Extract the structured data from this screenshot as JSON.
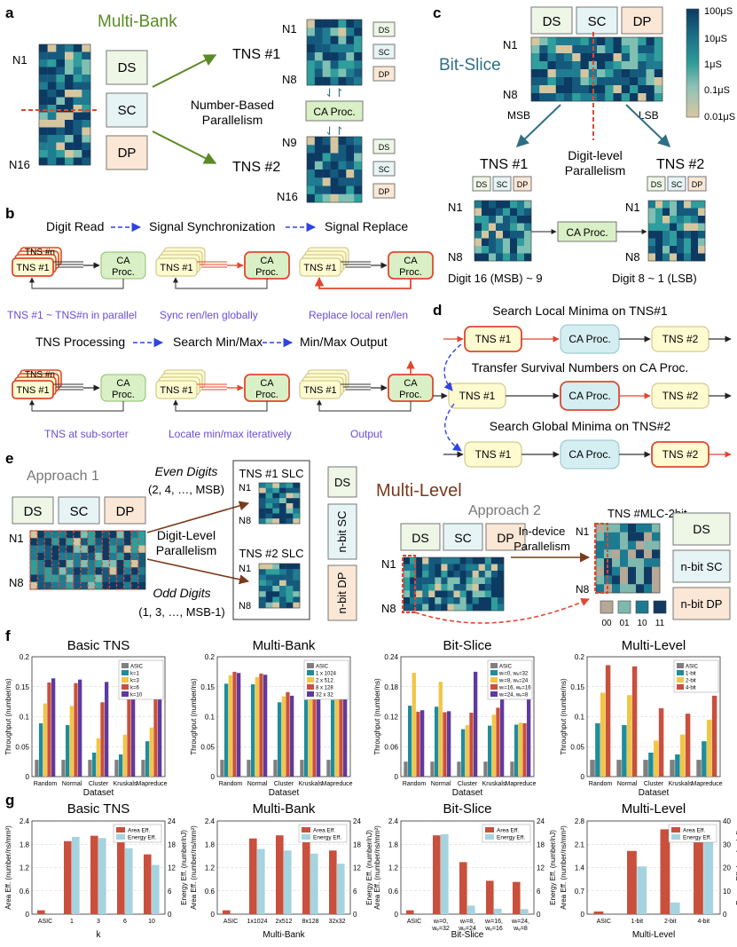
{
  "panels": {
    "a": {
      "label": "a",
      "title": "Multi-Bank",
      "n1": "N1",
      "n16": "N16",
      "n8": "N8",
      "n9": "N9",
      "tns1": "TNS #1",
      "tns2": "TNS #2",
      "parallelism": [
        "Number-Based",
        "Parallelism"
      ],
      "ca": "CA Proc.",
      "ds": "DS",
      "sc": "SC",
      "dp": "DP"
    },
    "b": {
      "label": "b",
      "row1_steps": [
        "Digit Read",
        "Signal Synchronization",
        "Signal Replace"
      ],
      "row1_captions": [
        "TNS #1 ~ TNS#n in parallel",
        "Sync ren/len globally",
        "Replace local ren/len"
      ],
      "row2_steps": [
        "TNS Processing",
        "Search Min/Max",
        "Min/Max Output"
      ],
      "row2_captions": [
        "TNS at sub-sorter",
        "Locate min/max iteratively",
        "Output"
      ],
      "tns1": "TNS #1",
      "tnsn": "TNS #n",
      "ca": [
        "CA",
        "Proc."
      ]
    },
    "c": {
      "label": "c",
      "title": "Bit-Slice",
      "ds": "DS",
      "sc": "SC",
      "dp": "DP",
      "n1": "N1",
      "n8": "N8",
      "msb": "MSB",
      "lsb": "LSB",
      "parallelism": [
        "Digit-level",
        "Parallelism"
      ],
      "tns1": "TNS #1",
      "tns2": "TNS #2",
      "ca": "CA Proc.",
      "digits_left": "Digit 16 (MSB) ~ 9",
      "digits_right": "Digit 8 ~ 1 (LSB)",
      "colorbar": [
        "100μS",
        "10μS",
        "1μS",
        "0.1μS",
        "0.01μS"
      ]
    },
    "d": {
      "label": "d",
      "rows": [
        {
          "caption": "Search Local Minima on TNS#1"
        },
        {
          "caption": "Transfer Survival Numbers on CA Proc."
        },
        {
          "caption": "Search Global Minima on TNS#2"
        }
      ],
      "tns1": "TNS #1",
      "ca": "CA Proc.",
      "tns2": "TNS #2"
    },
    "e": {
      "label": "e",
      "approach1": "Approach 1",
      "approach2": "Approach 2",
      "multilevel": "Multi-Level",
      "ds": "DS",
      "sc": "SC",
      "dp": "DP",
      "n1": "N1",
      "n8": "N8",
      "even": [
        "Even Digits",
        "(2, 4, …, MSB)"
      ],
      "odd": [
        "Odd Digits",
        "(1, 3, …, MSB-1)"
      ],
      "digit_level": [
        "Digit-Level",
        "Parallelism"
      ],
      "tns1slc": "TNS #1 SLC",
      "tns2slc": "TNS #2 SLC",
      "nbit_sc": "n-bit SC",
      "nbit_dp": "n-bit DP",
      "in_device": [
        "In-device",
        "Parallelism"
      ],
      "mlc": "TNS #MLC-2bit",
      "levels": [
        "00",
        "01",
        "10",
        "11"
      ]
    },
    "f": {
      "label": "f"
    },
    "g": {
      "label": "g"
    }
  },
  "colors": {
    "green": "#5a8a23",
    "teal_title": "#2e6f86",
    "brown_title": "#7a3a1c",
    "purple_text": "#6b4bd6",
    "red": "#e0472f",
    "ds_fill": "#eef6e6",
    "sc_fill": "#e6f4f6",
    "dp_fill": "#fbe7d6",
    "tns_fill": "#fffbd1",
    "ca_fill": "#d9f0c6",
    "ca_d_fill": "#d5eef1",
    "dir_blue": "#2d44e0"
  },
  "chart_data": [
    {
      "type": "bar",
      "title": "Basic TNS",
      "xlabel": "Dataset",
      "ylabel": "Throughput (number/ns)",
      "categories": [
        "Random",
        "Normal",
        "Cluster",
        "Kruskals",
        "Mapreduce"
      ],
      "ylim": [
        0,
        0.2
      ],
      "yticks": [
        0,
        0.05,
        0.1,
        0.15,
        0.2
      ],
      "series": [
        {
          "name": "ASIC",
          "color": "#7f7f7f",
          "values": [
            0.028,
            0.028,
            0.028,
            0.028,
            0.028
          ]
        },
        {
          "name": "k=1",
          "color": "#1f8d9b",
          "values": [
            0.089,
            0.086,
            0.04,
            0.037,
            0.059
          ]
        },
        {
          "name": "k=3",
          "color": "#f2c645",
          "values": [
            0.122,
            0.118,
            0.064,
            0.07,
            0.082
          ]
        },
        {
          "name": "k=6",
          "color": "#c9503d",
          "values": [
            0.157,
            0.156,
            0.124,
            0.129,
            0.132
          ]
        },
        {
          "name": "k=10",
          "color": "#5d3aa0",
          "values": [
            0.164,
            0.162,
            0.158,
            0.17,
            0.141
          ]
        }
      ]
    },
    {
      "type": "bar",
      "title": "Multi-Bank",
      "xlabel": "Dataset",
      "ylabel": "Throughput (number/ns)",
      "categories": [
        "Random",
        "Normal",
        "Cluster",
        "Kruskals",
        "Mapreduce"
      ],
      "ylim": [
        0,
        0.2
      ],
      "yticks": [
        0,
        0.05,
        0.1,
        0.15,
        0.2
      ],
      "series": [
        {
          "name": "ASIC",
          "color": "#7f7f7f",
          "values": [
            0.028,
            0.028,
            0.028,
            0.028,
            0.028
          ]
        },
        {
          "name": "1 x 1024",
          "color": "#1f8d9b",
          "values": [
            0.155,
            0.154,
            0.124,
            0.128,
            0.128
          ]
        },
        {
          "name": "2 x 512",
          "color": "#f2c645",
          "values": [
            0.169,
            0.166,
            0.134,
            0.139,
            0.138
          ]
        },
        {
          "name": "8 x 128",
          "color": "#c9503d",
          "values": [
            0.175,
            0.172,
            0.141,
            0.146,
            0.144
          ]
        },
        {
          "name": "32 x 32",
          "color": "#5d3aa0",
          "values": [
            0.173,
            0.17,
            0.135,
            0.142,
            0.139
          ]
        }
      ]
    },
    {
      "type": "bar",
      "title": "Bit-Slice",
      "xlabel": "Dataset",
      "ylabel": "Throughput (number/ns)",
      "categories": [
        "Random",
        "Normal",
        "Cluster",
        "Kruskals",
        "Mapreduce"
      ],
      "ylim": [
        0,
        0.24
      ],
      "yticks": [
        0,
        0.06,
        0.12,
        0.18,
        0.24
      ],
      "series": [
        {
          "name": "ASIC",
          "color": "#7f7f7f",
          "values": [
            0.03,
            0.03,
            0.03,
            0.03,
            0.03
          ]
        },
        {
          "name": "wₗ=0, wₑ=32",
          "color": "#1f8d9b",
          "values": [
            0.142,
            0.14,
            0.095,
            0.102,
            0.104
          ]
        },
        {
          "name": "wₗ=8, wₑ=24",
          "color": "#f2c645",
          "values": [
            0.208,
            0.19,
            0.103,
            0.124,
            0.108
          ]
        },
        {
          "name": "wₗ=16, wₑ=16",
          "color": "#c9503d",
          "values": [
            0.13,
            0.129,
            0.128,
            0.138,
            0.107
          ]
        },
        {
          "name": "wₗ=24, wₑ=8",
          "color": "#5d3aa0",
          "values": [
            0.133,
            0.131,
            0.21,
            0.198,
            0.168
          ]
        }
      ]
    },
    {
      "type": "bar",
      "title": "Multi-Level",
      "xlabel": "Dataset",
      "ylabel": "Throughput (number/ns)",
      "categories": [
        "Random",
        "Normal",
        "Cluster",
        "Kruskals",
        "Mapreduce"
      ],
      "ylim": [
        0,
        0.2
      ],
      "yticks": [
        0,
        0.05,
        0.1,
        0.15,
        0.2
      ],
      "series": [
        {
          "name": "ASIC",
          "color": "#7f7f7f",
          "values": [
            0.028,
            0.028,
            0.028,
            0.028,
            0.028
          ]
        },
        {
          "name": "1-bit",
          "color": "#1f8d9b",
          "values": [
            0.089,
            0.086,
            0.04,
            0.037,
            0.059
          ]
        },
        {
          "name": "2-bit",
          "color": "#f2c645",
          "values": [
            0.14,
            0.136,
            0.06,
            0.07,
            0.095
          ]
        },
        {
          "name": "4-bit",
          "color": "#c9503d",
          "values": [
            0.186,
            0.184,
            0.114,
            0.105,
            0.135
          ]
        }
      ]
    },
    {
      "type": "bar",
      "title": "Basic TNS",
      "xlabel": "k",
      "ylabel": "Area Eff. (number/ns/mm²)",
      "ylabel_right": "Energy Eff. (number/nJ)",
      "categories": [
        "ASIC",
        "1",
        "3",
        "6",
        "10"
      ],
      "ylim": [
        0,
        2.4
      ],
      "yticks": [
        0,
        0.6,
        1.2,
        1.8,
        2.4
      ],
      "ylim_right": [
        0,
        24
      ],
      "yticks_right": [
        0,
        6,
        12,
        18,
        24
      ],
      "series": [
        {
          "name": "Area Eff.",
          "color": "#c9503d",
          "axis": "left",
          "values": [
            0.1,
            1.88,
            2.02,
            1.92,
            1.54
          ]
        },
        {
          "name": "Energy Eff.",
          "color": "#a5d3e0",
          "axis": "right",
          "values": [
            0,
            19.9,
            19.6,
            17.0,
            12.7
          ]
        }
      ]
    },
    {
      "type": "bar",
      "title": "Multi-Bank",
      "xlabel": "Multi-Bank",
      "ylabel": "Area Eff. (number/ns/mm²)",
      "ylabel_right": "Energy Eff. (number/nJ)",
      "categories": [
        "ASIC",
        "1x1024",
        "2x512",
        "8x128",
        "32x32"
      ],
      "ylim": [
        0,
        2.4
      ],
      "yticks": [
        0,
        0.6,
        1.2,
        1.8,
        2.4
      ],
      "ylim_right": [
        0,
        24
      ],
      "yticks_right": [
        0,
        6,
        12,
        18,
        24
      ],
      "series": [
        {
          "name": "Area Eff.",
          "color": "#c9503d",
          "axis": "left",
          "values": [
            0.1,
            1.95,
            2.03,
            1.93,
            1.64
          ]
        },
        {
          "name": "Energy Eff.",
          "color": "#a5d3e0",
          "axis": "right",
          "values": [
            0,
            16.8,
            16.4,
            15.6,
            13.0
          ]
        }
      ]
    },
    {
      "type": "bar",
      "title": "Bit-Slice",
      "xlabel": "Bit-Slice",
      "ylabel": "Area Eff. (number/ns/mm²)",
      "ylabel_right": "Energy Eff. (number/nJ)",
      "categories": [
        "ASIC",
        "wₗ=0,\nwₑ=32",
        "wₗ=8,\nwₑ=24",
        "wₗ=16,\nwₑ=16",
        "wₗ=24,\nwₑ=8"
      ],
      "ylim": [
        0,
        2.4
      ],
      "yticks": [
        0,
        0.6,
        1.2,
        1.8,
        2.4
      ],
      "ylim_right": [
        0,
        24
      ],
      "yticks_right": [
        0,
        6,
        12,
        18,
        24
      ],
      "series": [
        {
          "name": "Area Eff.",
          "color": "#c9503d",
          "axis": "left",
          "values": [
            0.1,
            2.03,
            1.34,
            0.86,
            0.83
          ]
        },
        {
          "name": "Energy Eff.",
          "color": "#a5d3e0",
          "axis": "right",
          "values": [
            0,
            20.6,
            2.2,
            1.4,
            1.3
          ]
        }
      ]
    },
    {
      "type": "bar",
      "title": "Multi-Level",
      "xlabel": "Multi-Level",
      "ylabel": "Area Eff. (number/ns/mm²)",
      "ylabel_right": "Energy Eff. (number/nJ)",
      "categories": [
        "ASIC",
        "1-bit",
        "2-bit",
        "4-bit"
      ],
      "ylim": [
        0,
        2.8
      ],
      "yticks": [
        0,
        0.7,
        1.4,
        2.1,
        2.8
      ],
      "ylim_right": [
        0,
        40
      ],
      "yticks_right": [
        0,
        10,
        20,
        30,
        40
      ],
      "series": [
        {
          "name": "Area Eff.",
          "color": "#c9503d",
          "axis": "left",
          "values": [
            0.08,
            1.9,
            2.55,
            2.6
          ]
        },
        {
          "name": "Energy Eff.",
          "color": "#a5d3e0",
          "axis": "right",
          "values": [
            0,
            20.5,
            5.0,
            38.5
          ]
        }
      ]
    }
  ]
}
